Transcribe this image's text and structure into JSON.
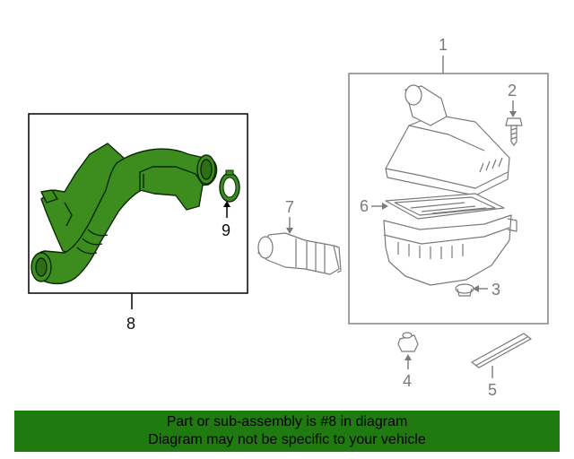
{
  "colors": {
    "highlight": "#1f7a10",
    "part_fill": "#3c8c1e",
    "line_grey": "#7a7a7a",
    "line_dark": "#000000"
  },
  "callouts": {
    "c1": "1",
    "c2": "2",
    "c3": "3",
    "c4": "4",
    "c5": "5",
    "c6": "6",
    "c7": "7",
    "c8": "8",
    "c9": "9"
  },
  "parts": [
    {
      "id": "air-cleaner-assembly",
      "callout": "1",
      "highlighted": false
    },
    {
      "id": "bolt",
      "callout": "2",
      "highlighted": false
    },
    {
      "id": "grommet",
      "callout": "3",
      "highlighted": false
    },
    {
      "id": "insulator",
      "callout": "4",
      "highlighted": false
    },
    {
      "id": "seal",
      "callout": "5",
      "highlighted": false
    },
    {
      "id": "filter-element",
      "callout": "6",
      "highlighted": false
    },
    {
      "id": "air-hose",
      "callout": "7",
      "highlighted": false
    },
    {
      "id": "air-tube-assembly",
      "callout": "8",
      "highlighted": true
    },
    {
      "id": "clamp",
      "callout": "9",
      "highlighted": true
    }
  ],
  "footer": {
    "line1": "Part or sub-assembly is #8 in diagram",
    "line2": "Diagram may not be specific to your vehicle"
  }
}
